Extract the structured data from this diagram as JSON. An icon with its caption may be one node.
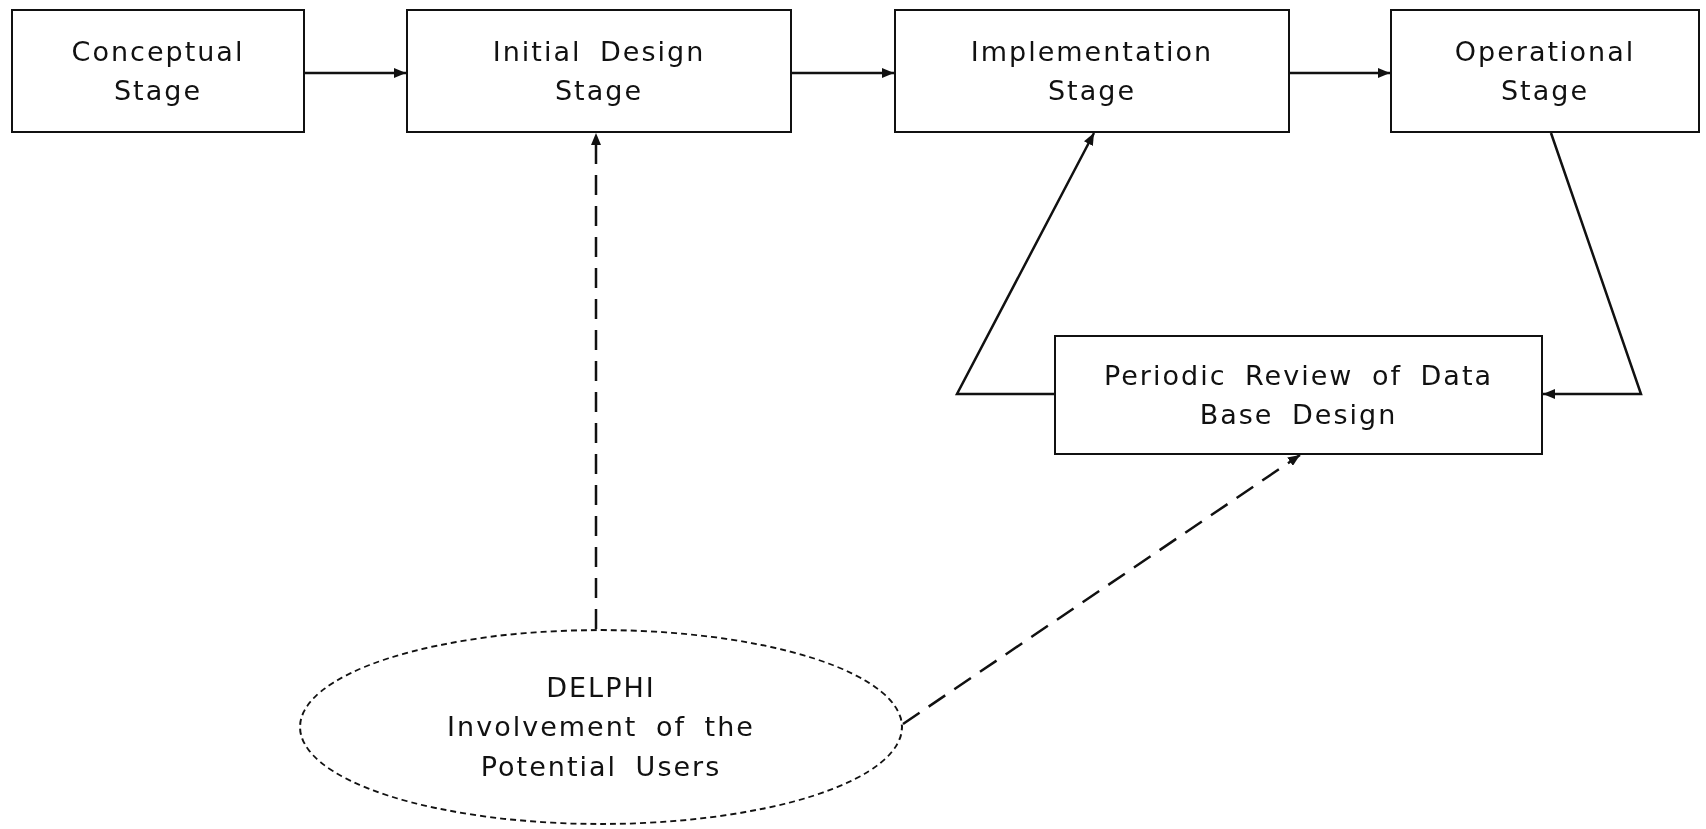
{
  "diagram": {
    "nodes": [
      {
        "text": [
          "Conceptual Stage"
        ]
      },
      {
        "text": [
          "Initial Design Stage"
        ]
      },
      {
        "text": [
          "Implementation Stage"
        ]
      },
      {
        "text": [
          "Operational Stage"
        ]
      },
      {
        "text": [
          "Periodic Review of Data Base Design"
        ]
      },
      {
        "text": [
          "DELPHI",
          "Involvement of the Potential Users"
        ]
      }
    ],
    "edges": [
      {
        "from": 0,
        "to": 1,
        "arrow": "to"
      },
      {
        "from": 1,
        "to": 2,
        "arrow": "to"
      },
      {
        "from": 2,
        "to": 3,
        "arrow": "to"
      },
      {
        "from": 3,
        "to": 4,
        "arrow": "to"
      },
      {
        "from": 4,
        "to": 2,
        "arrow": "to"
      },
      {
        "from": 5,
        "to": 1,
        "arrow": "to",
        "style": "dashed"
      },
      {
        "from": 5,
        "to": 4,
        "arrow": "to",
        "style": "dashed"
      }
    ]
  }
}
